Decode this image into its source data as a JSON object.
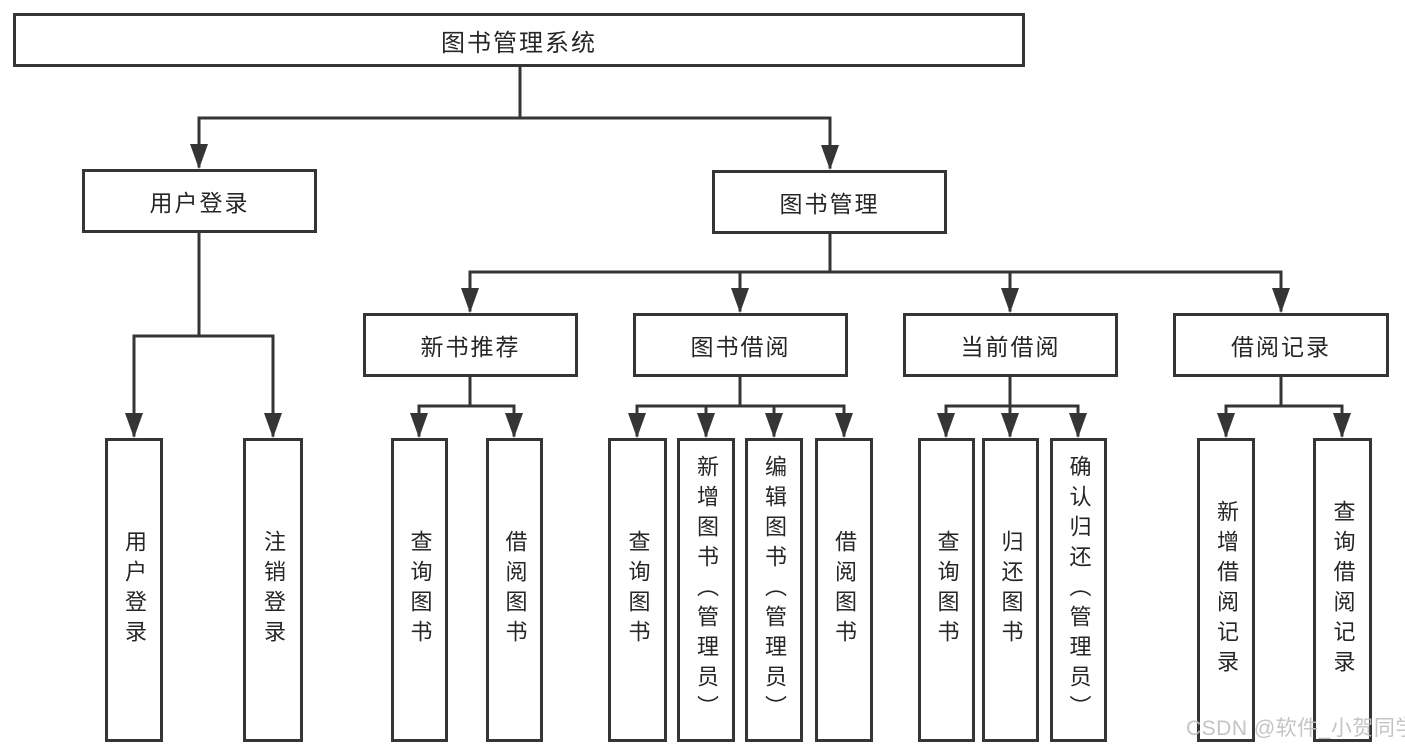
{
  "tree": {
    "label": "图书管理系统",
    "children": [
      {
        "label": "用户登录",
        "children": [
          {
            "label": "用户登录"
          },
          {
            "label": "注销登录"
          }
        ]
      },
      {
        "label": "图书管理",
        "children": [
          {
            "label": "新书推荐",
            "children": [
              {
                "label": "查询图书"
              },
              {
                "label": "借阅图书"
              }
            ]
          },
          {
            "label": "图书借阅",
            "children": [
              {
                "label": "查询图书"
              },
              {
                "label": "新增图书（管理员）"
              },
              {
                "label": "编辑图书（管理员）"
              },
              {
                "label": "借阅图书"
              }
            ]
          },
          {
            "label": "当前借阅",
            "children": [
              {
                "label": "查询图书"
              },
              {
                "label": "归还图书"
              },
              {
                "label": "确认归还（管理员）"
              }
            ]
          },
          {
            "label": "借阅记录",
            "children": [
              {
                "label": "新增借阅记录"
              },
              {
                "label": "查询借阅记录"
              }
            ]
          }
        ]
      }
    ]
  },
  "watermark": {
    "text": "CSDN @软件_小贺同学"
  },
  "colors": {
    "line": "#353535",
    "text": "#262626",
    "watermark": "#bebebe",
    "background": "#ffffff"
  }
}
